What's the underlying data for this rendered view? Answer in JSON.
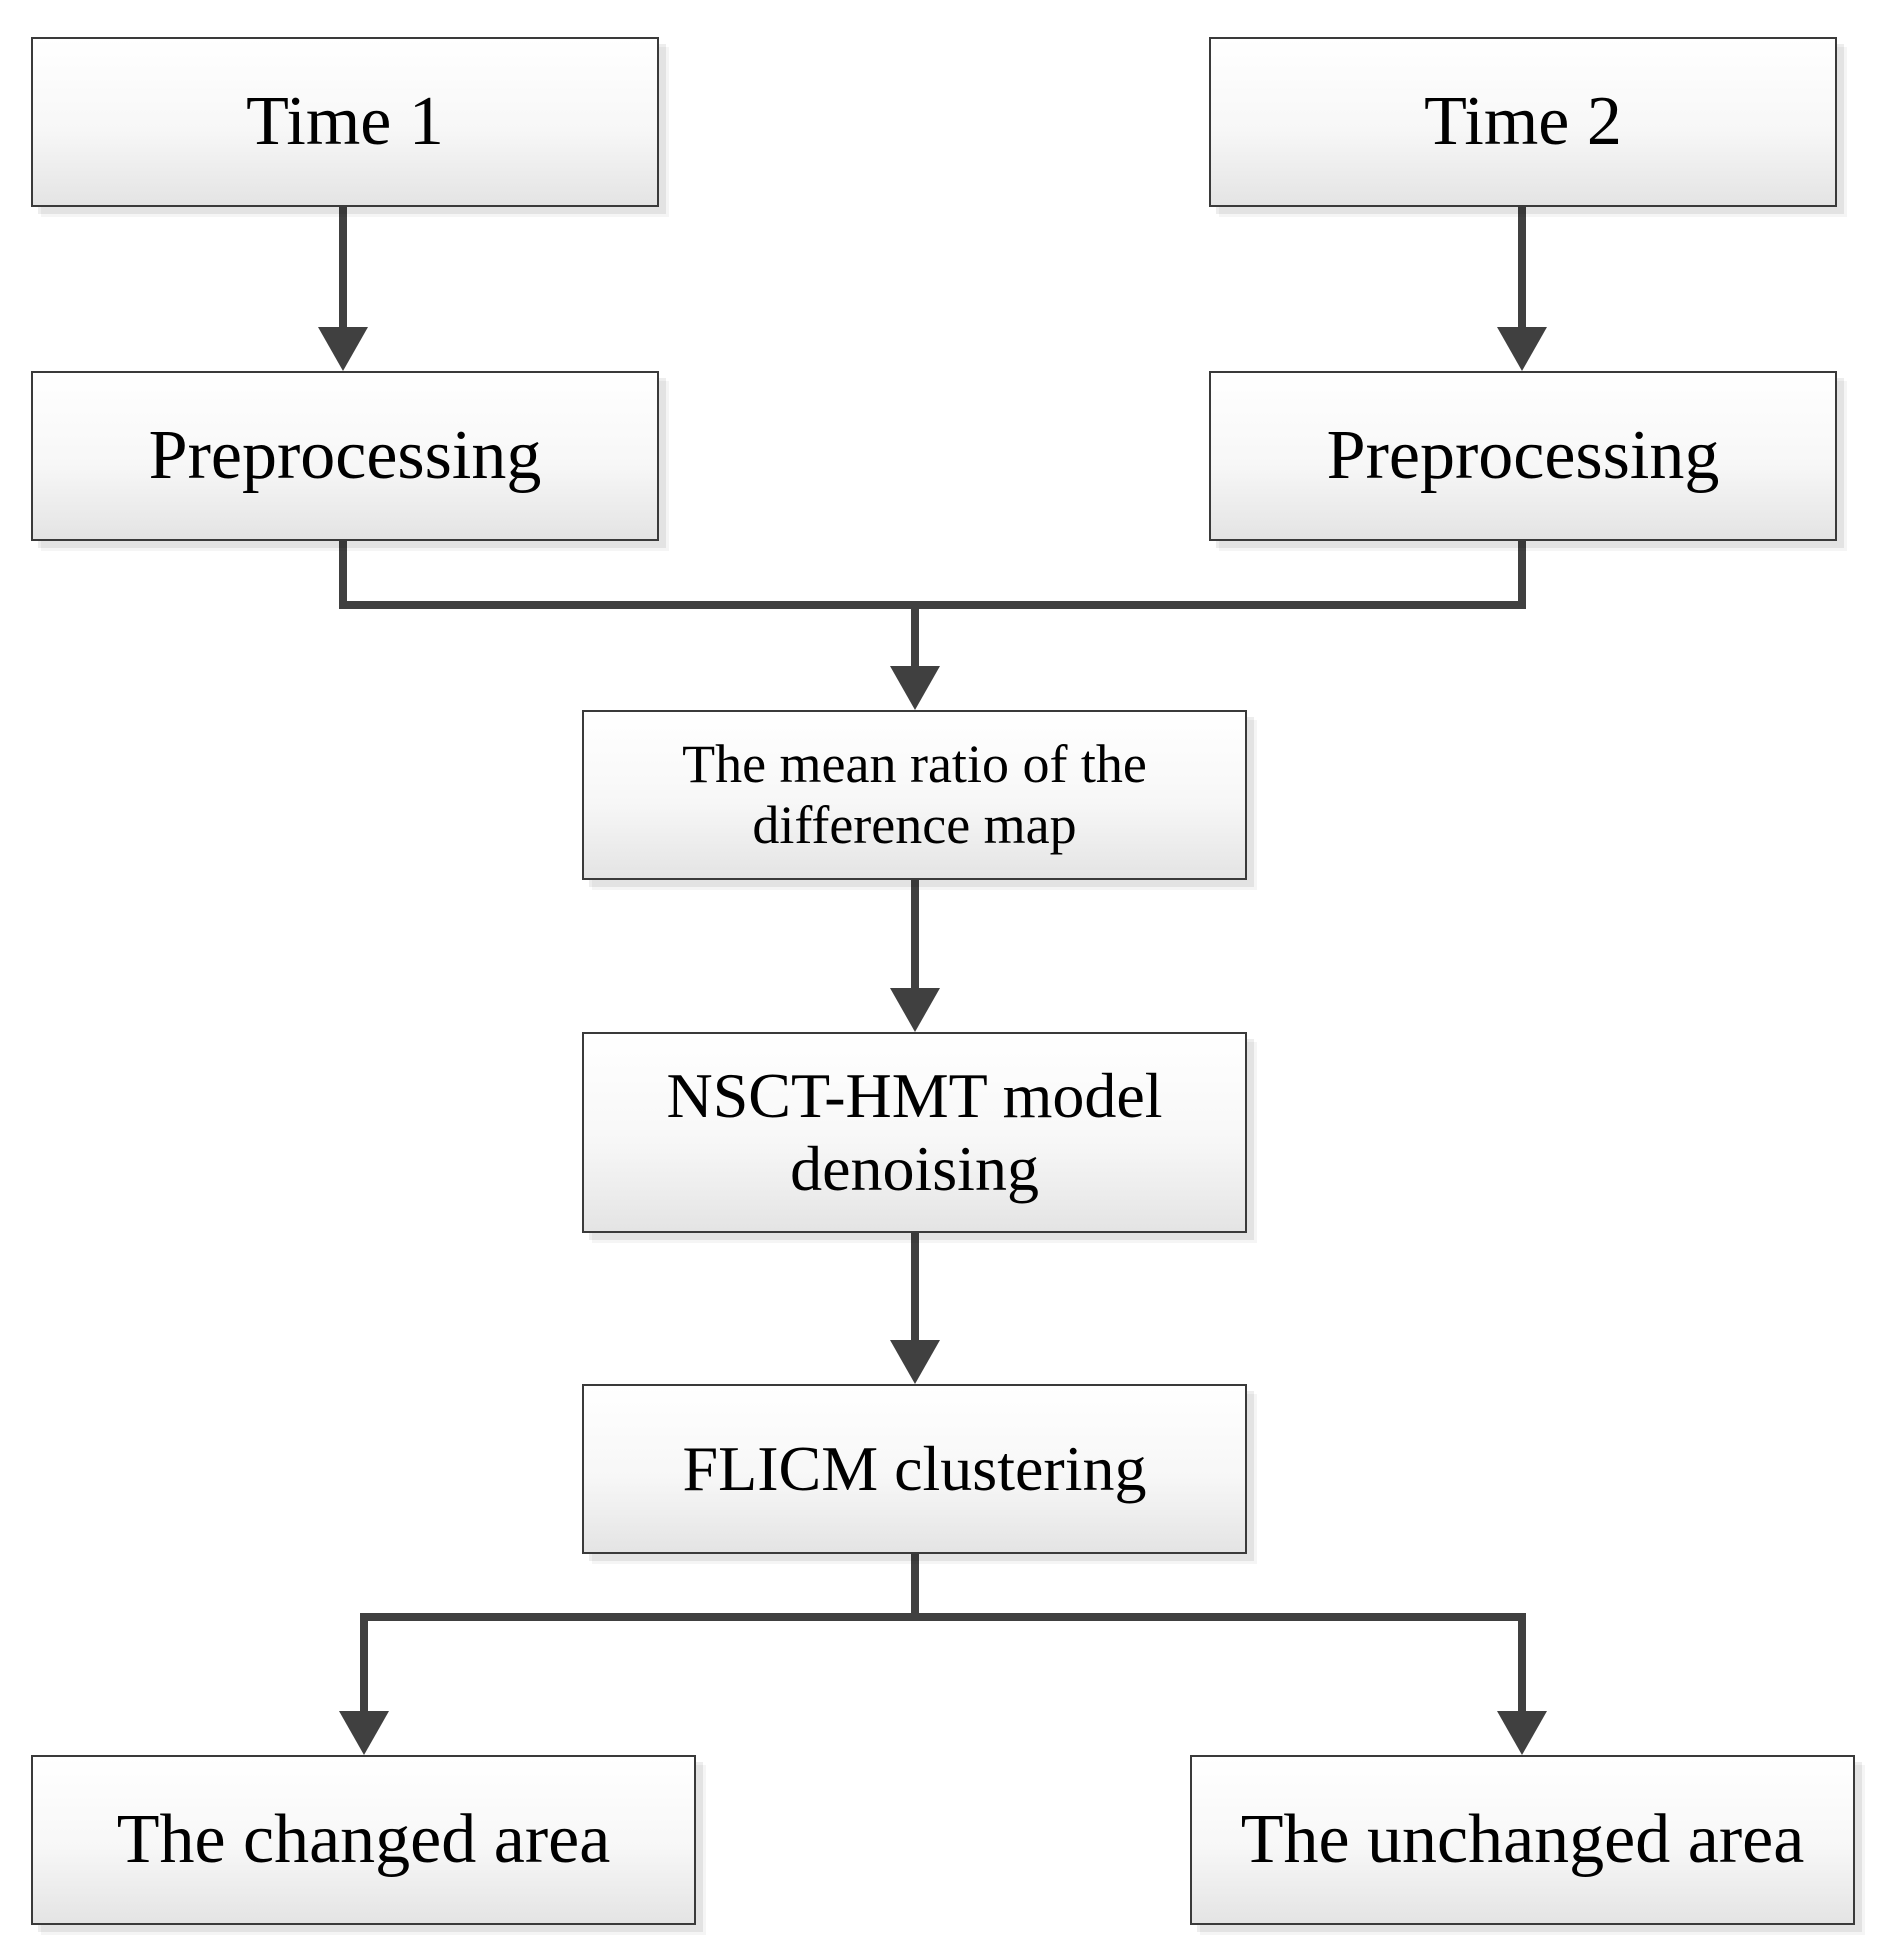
{
  "nodes": {
    "time1": "Time 1",
    "time2": "Time 2",
    "preprocessing_left": "Preprocessing",
    "preprocessing_right": "Preprocessing",
    "mean_ratio": "The mean ratio of the difference map",
    "nsct_hmt": "NSCT-HMT model denoising",
    "flicm": "FLICM clustering",
    "changed_area": "The changed area",
    "unchanged_area": "The unchanged area"
  },
  "colors": {
    "connector": "#404040",
    "box_border": "#3a3a3a",
    "box_fill_top": "#ffffff",
    "box_fill_bottom": "#e4e4e4"
  }
}
